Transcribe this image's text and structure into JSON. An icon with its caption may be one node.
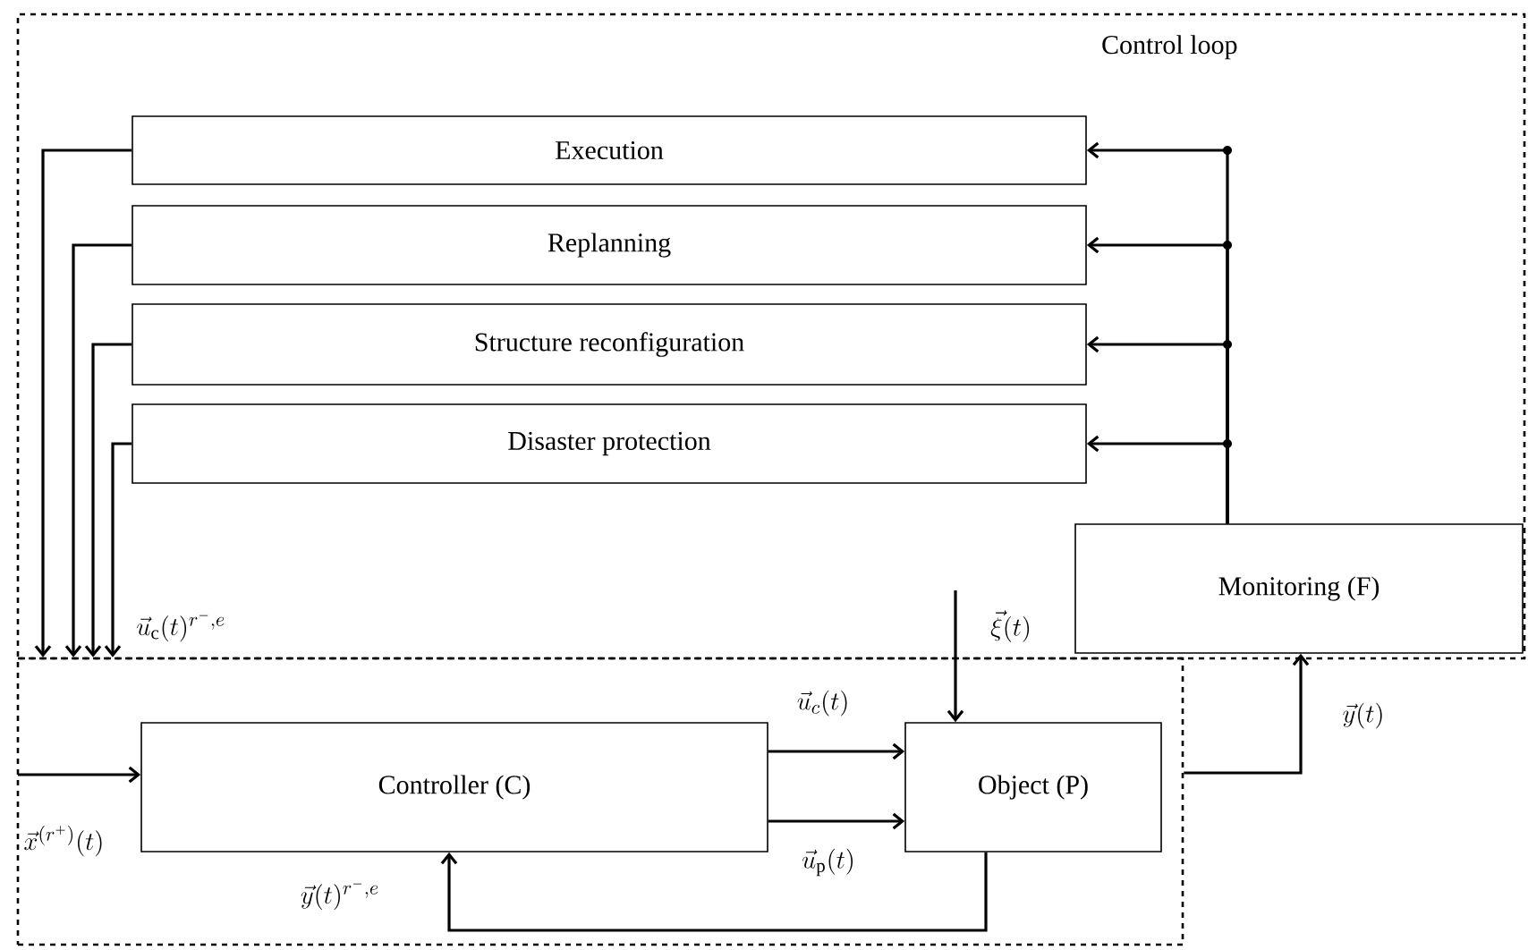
{
  "diagram": {
    "nodes": [
      {
        "text": [
          "Control loop"
        ]
      },
      {
        "text": [],
        "shape": "box"
      },
      {
        "text": [
          "Execution"
        ],
        "in": 0
      },
      {
        "text": [
          "Replanning"
        ],
        "in": 0
      },
      {
        "text": [
          "Structure reconfiguration"
        ],
        "in": 0
      },
      {
        "text": [
          "Disaster protection"
        ],
        "in": 0
      },
      {
        "text": [
          "Monitoring (F)"
        ],
        "in": 0
      },
      {
        "text": [
          "Controller (C)"
        ],
        "in": 1
      },
      {
        "text": [
          "Object (P)"
        ],
        "in": 1
      }
    ],
    "edges": [
      {
        "from": 2,
        "to": 1,
        "arrow": "to"
      },
      {
        "from": 3,
        "to": 1,
        "arrow": "to"
      },
      {
        "from": 4,
        "to": 1,
        "arrow": "to"
      },
      {
        "from": 5,
        "to": 1,
        "arrow": "to"
      },
      {
        "from": 6,
        "to": 2,
        "arrow": "to"
      },
      {
        "from": 6,
        "to": 3,
        "arrow": "to"
      },
      {
        "from": 6,
        "to": 4,
        "arrow": "to"
      },
      {
        "from": 6,
        "to": 5,
        "arrow": "to"
      },
      {
        "from": 1,
        "to": 6,
        "arrow": "to",
        "label": "\\vec{y}(t)"
      },
      {
        "from": null,
        "to": 8,
        "arrow": "to",
        "label": "\\vec{\\xi}(t)"
      },
      {
        "from": null,
        "to": 7,
        "arrow": "to",
        "label": "\\vec{x}^{(r^{+})}(t)"
      },
      {
        "from": 7,
        "to": 8,
        "arrow": "to",
        "label": "\\vec{u}_{c}(t)"
      },
      {
        "from": 7,
        "to": 8,
        "arrow": "to",
        "label": "\\vec{u}_{\\mathrm{p}}(t)"
      },
      {
        "from": 8,
        "to": 7,
        "arrow": "to",
        "label": "\\vec{y}(t)^{r^{-},e}"
      }
    ],
    "labels": [
      "\\vec{u}_{\\mathrm{c}}(t)^{r^{-},e}"
    ]
  }
}
